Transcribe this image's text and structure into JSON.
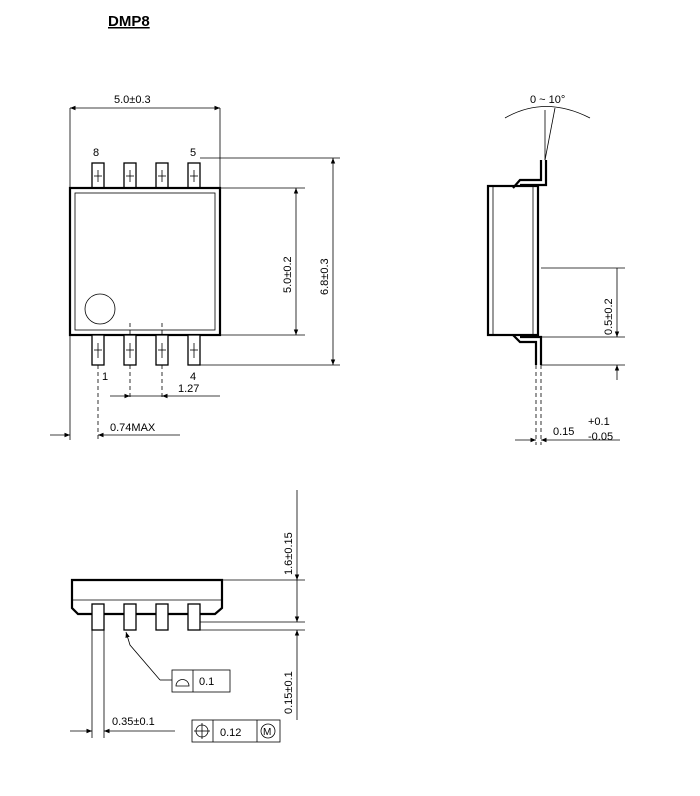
{
  "title": "DMP8",
  "top_view": {
    "width_dim": "5.0±0.3",
    "body_height_dim": "5.0±0.2",
    "total_height_dim": "6.8±0.3",
    "pin_top_left": "8",
    "pin_top_right": "5",
    "pin_bottom_left": "1",
    "pin_bottom_right": "4",
    "pitch_dim": "1.27",
    "overhang_dim": "0.74MAX"
  },
  "side_view": {
    "angle_dim": "0 ~ 10°",
    "lead_length_dim": "0.5±0.2",
    "lead_thickness_dim": "0.15",
    "lead_thickness_tol_upper": "+0.1",
    "lead_thickness_tol_lower": "-0.05"
  },
  "front_view": {
    "height_dim": "1.6±0.15",
    "standoff_dim": "0.15±0.1",
    "lead_width_dim": "0.35±0.1",
    "flatness_tol": "0.1",
    "position_tol": "0.12",
    "position_modifier": "M"
  }
}
